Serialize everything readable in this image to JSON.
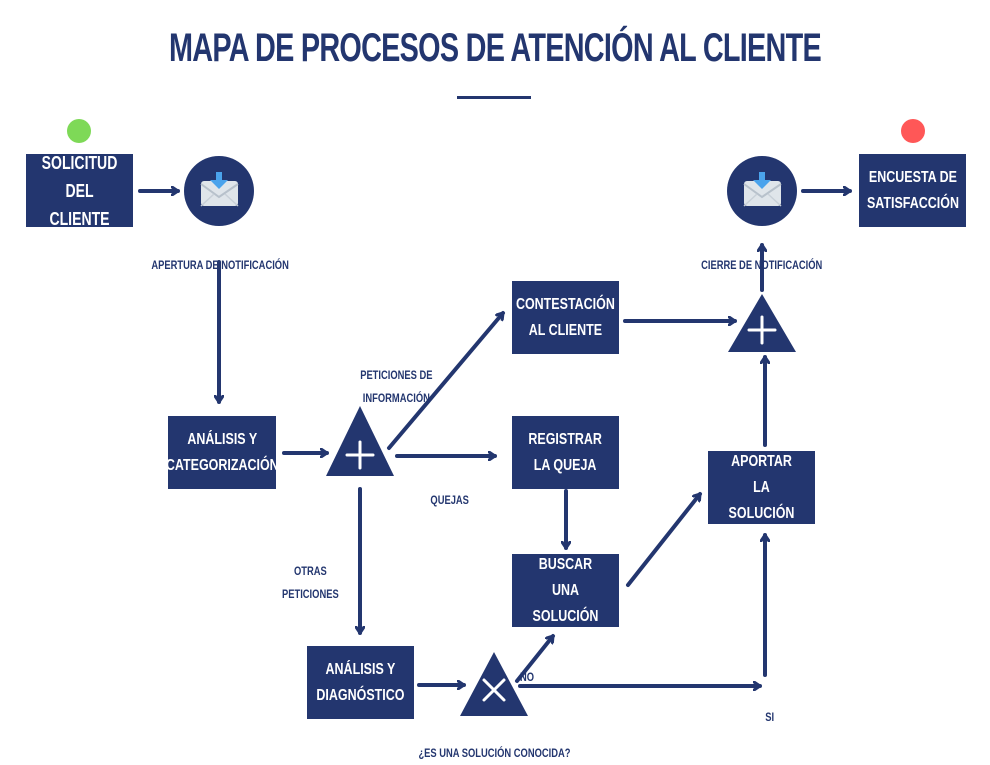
{
  "title": "MAPA DE PROCESOS DE ATENCIÓN AL CLIENTE",
  "colors": {
    "primary": "#23366f",
    "start": "#7ed957",
    "end": "#ff5757",
    "envelope": "#dfe5ea",
    "envelope_arrow": "#4aa3ec"
  },
  "nodes": {
    "solicitud": "SOLICITUD\nDEL CLIENTE",
    "encuesta": "ENCUESTA DE\nSATISFACCIÓN",
    "analisis_cat": "ANÁLISIS Y\nCATEGORIZACIÓN",
    "contestacion": "CONTESTACIÓN\nAL CLIENTE",
    "registrar": "REGISTRAR\nLA QUEJA",
    "buscar": "BUSCAR\nUNA SOLUCIÓN",
    "aportar": "APORTAR\nLA SOLUCIÓN",
    "analisis_diag": "ANÁLISIS Y\nDIAGNÓSTICO"
  },
  "events": {
    "apertura": "APERTURA DE NOTIFICACIÓN",
    "cierre": "CIERRE DE NOTIFICACIÓN"
  },
  "labels": {
    "peticiones_info": "PETICIONES DE\nINFORMACIÓN",
    "quejas": "QUEJAS",
    "otras": "OTRAS\nPETICIONES",
    "no": "NO",
    "si": "SI",
    "pregunta": "¿ES UNA SOLUCIÓN CONOCIDA?"
  },
  "gateways": {
    "split": "parallel",
    "merge": "parallel",
    "decision": "exclusive"
  }
}
